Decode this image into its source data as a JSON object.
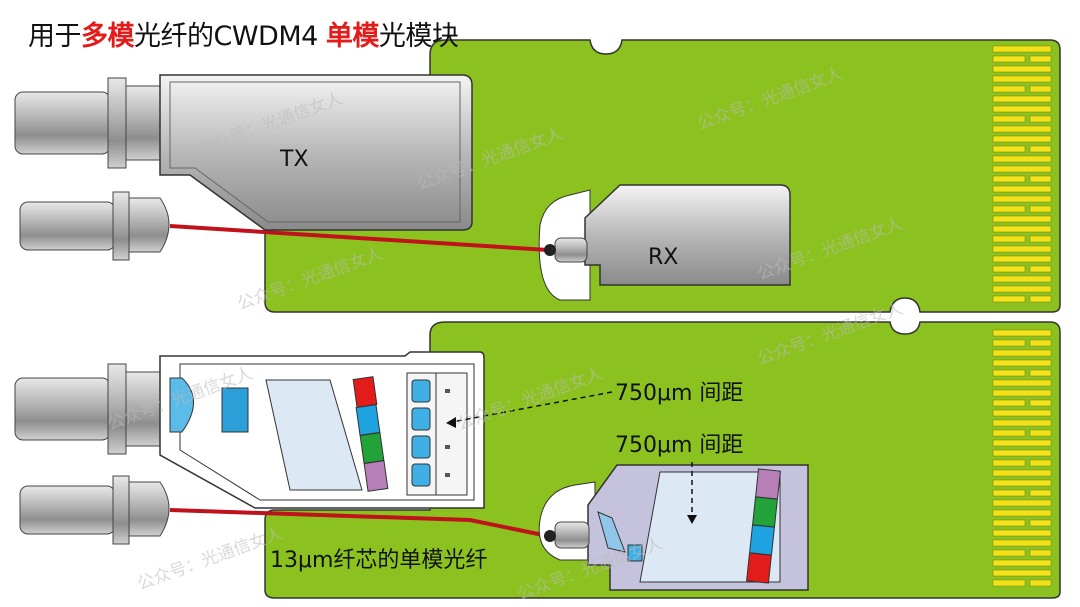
{
  "title": {
    "p1": "用于",
    "p2": "多模",
    "p3": "光纤的CWDM4 ",
    "p4": "单模",
    "p5": "光模块"
  },
  "labels": {
    "tx": "TX",
    "rx": "RX",
    "pitch_tx": "750μm 间距",
    "pitch_rx": "750μm 间距",
    "fiber": "13μm纤芯的单模光纤"
  },
  "watermark": "公众号：光通信女人",
  "colors": {
    "pcb": "#8cc21f",
    "pin": "#f2e21a",
    "fiber": "#c0121c",
    "red": "#e31b1b",
    "blue": "#1fa3e0",
    "green": "#22a33a",
    "purple": "#b77fb8"
  }
}
